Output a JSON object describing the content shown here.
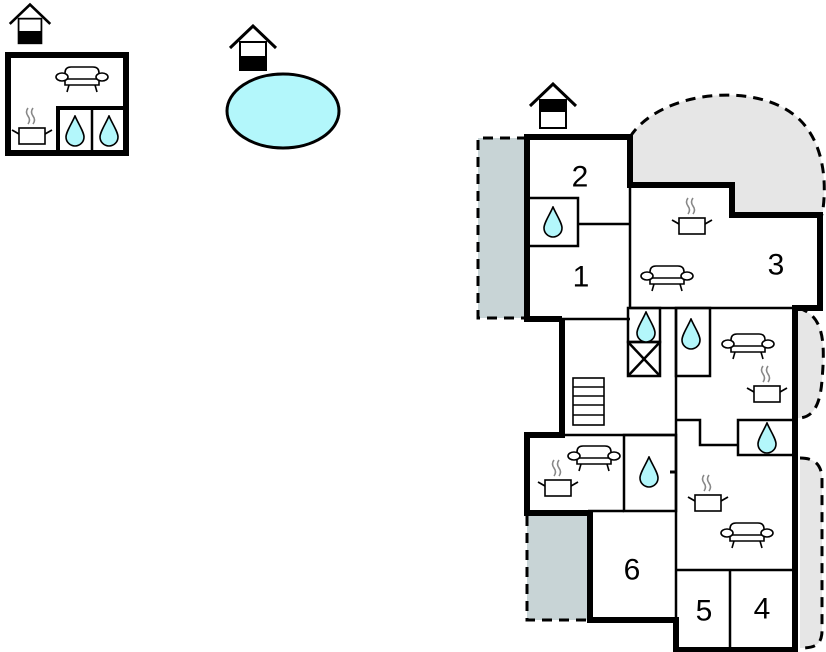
{
  "rooms": {
    "room_1": "1",
    "room_2": "2",
    "room_3": "3",
    "room_4": "4",
    "room_5": "5",
    "room_6": "6"
  },
  "colors": {
    "water": "#b3f7fb",
    "terrace": "#c8d4d6",
    "garden": "#e6e6e6",
    "wall": "#000000"
  },
  "icons": [
    "house-icon",
    "sofa-icon",
    "cooking-pot-icon",
    "water-drop-icon",
    "stairs-icon"
  ]
}
